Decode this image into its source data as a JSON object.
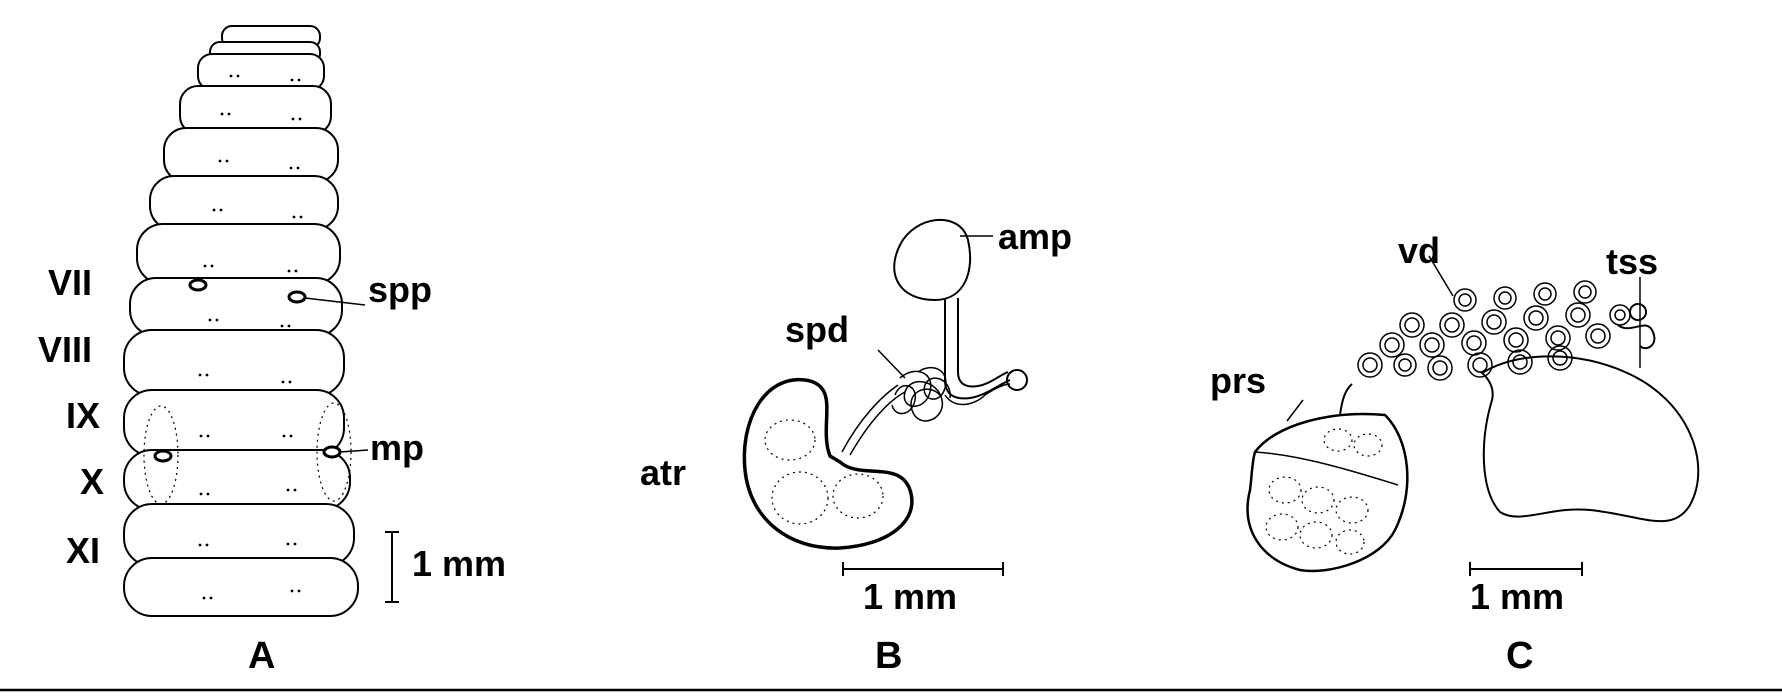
{
  "panels": {
    "a": {
      "panel_label": "A",
      "segment_labels": [
        "VII",
        "VIII",
        "IX",
        "X",
        "XI"
      ],
      "structure_labels": {
        "spp": "spp",
        "mp": "mp"
      },
      "scale_label": "1 mm"
    },
    "b": {
      "panel_label": "B",
      "structure_labels": {
        "amp": "amp",
        "spd": "spd",
        "atr": "atr"
      },
      "scale_label": "1 mm"
    },
    "c": {
      "panel_label": "C",
      "structure_labels": {
        "vd": "vd",
        "tss": "tss",
        "prs": "prs"
      },
      "scale_label": "1 mm"
    }
  }
}
